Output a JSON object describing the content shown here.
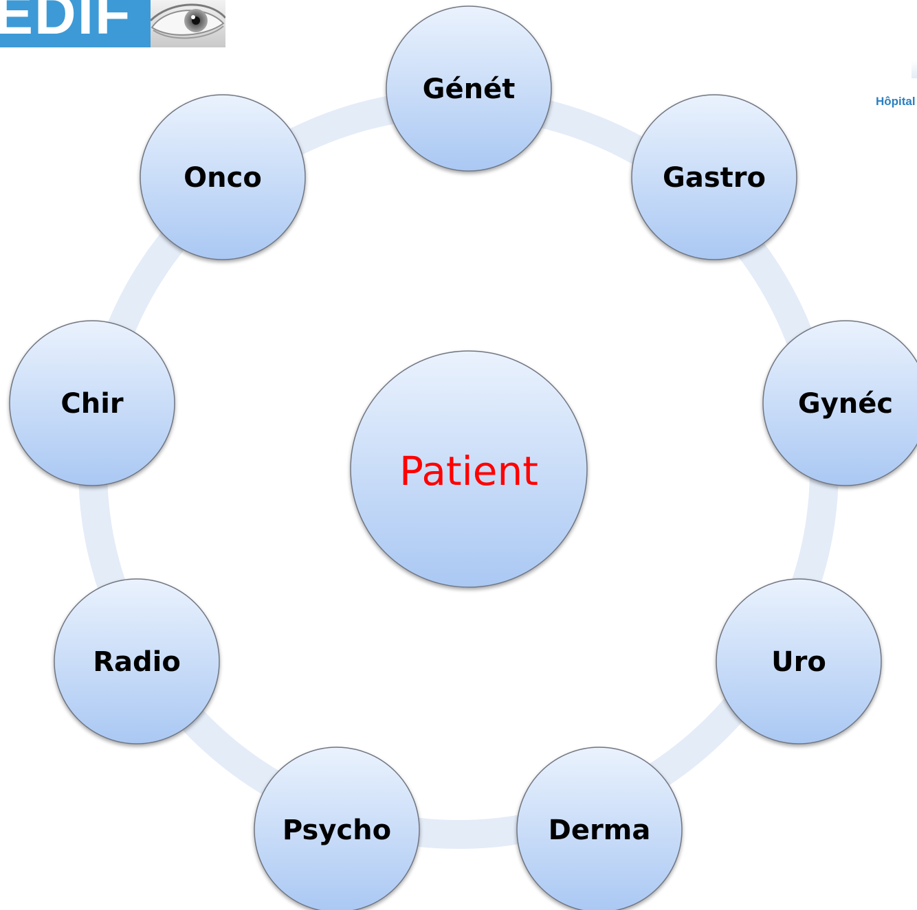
{
  "logo": {
    "text": "EDIF",
    "brand_color": "#3d9ad6"
  },
  "hospital_logo": {
    "text": "Hôpital"
  },
  "center": {
    "label": "Patient",
    "label_color": "#ff0000"
  },
  "ring_color": "#e4ecf8",
  "node_fill_top": "#eaf2fd",
  "node_fill_bottom": "#aac8f3",
  "nodes": [
    {
      "label": "Génét"
    },
    {
      "label": "Gastro"
    },
    {
      "label": "Gynéc"
    },
    {
      "label": "Uro"
    },
    {
      "label": "Derma"
    },
    {
      "label": "Psycho"
    },
    {
      "label": "Radio"
    },
    {
      "label": "Chir"
    },
    {
      "label": "Onco"
    }
  ]
}
